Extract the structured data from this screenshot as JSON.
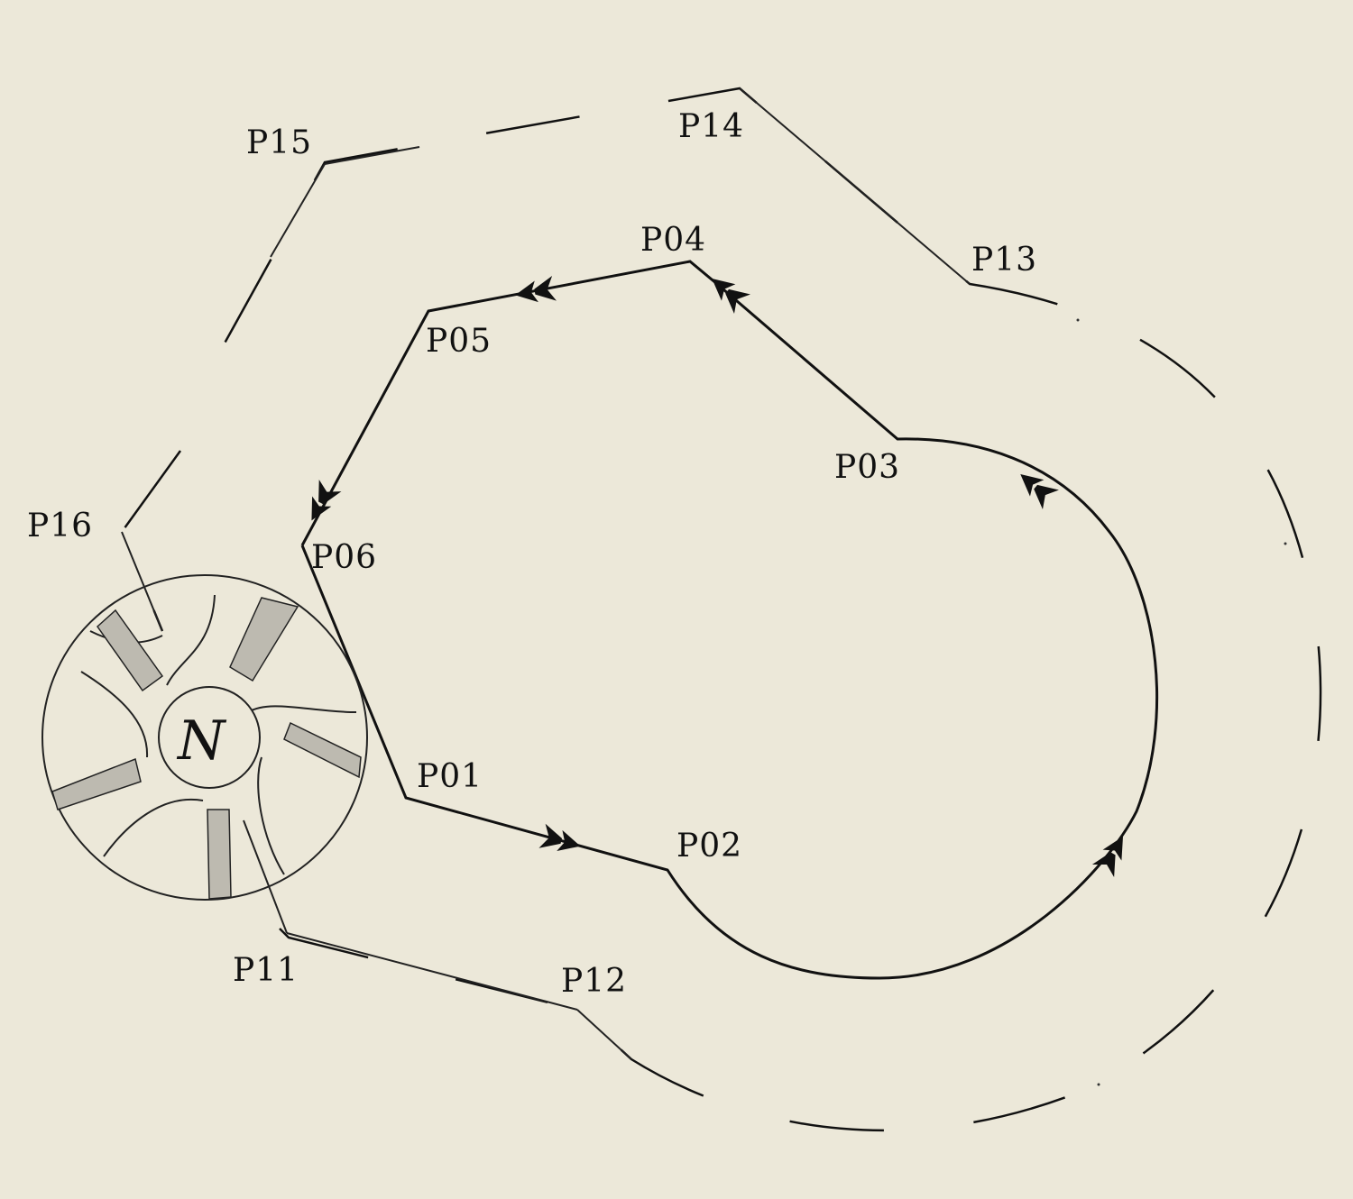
{
  "labels": {
    "p01": "P01",
    "p02": "P02",
    "p03": "P03",
    "p04": "P04",
    "p05": "P05",
    "p06": "P06",
    "p11": "P11",
    "p12": "P12",
    "p13": "P13",
    "p14": "P14",
    "p15": "P15",
    "p16": "P16"
  },
  "tool": {
    "label": "N"
  },
  "colors": {
    "background": "#ECE8D9",
    "ink": "#111111",
    "insert": "#BDBAB0"
  }
}
